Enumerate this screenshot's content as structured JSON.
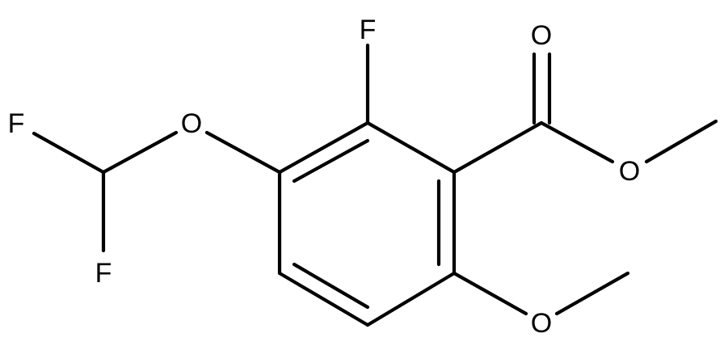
{
  "molecule": {
    "atoms": {
      "f_ring": "F",
      "o_carbonyl": "O",
      "o_ester": "O",
      "o_difluoromethoxy": "O",
      "f_chf2_top": "F",
      "f_chf2_bottom": "F",
      "o_methoxy": "O"
    }
  }
}
